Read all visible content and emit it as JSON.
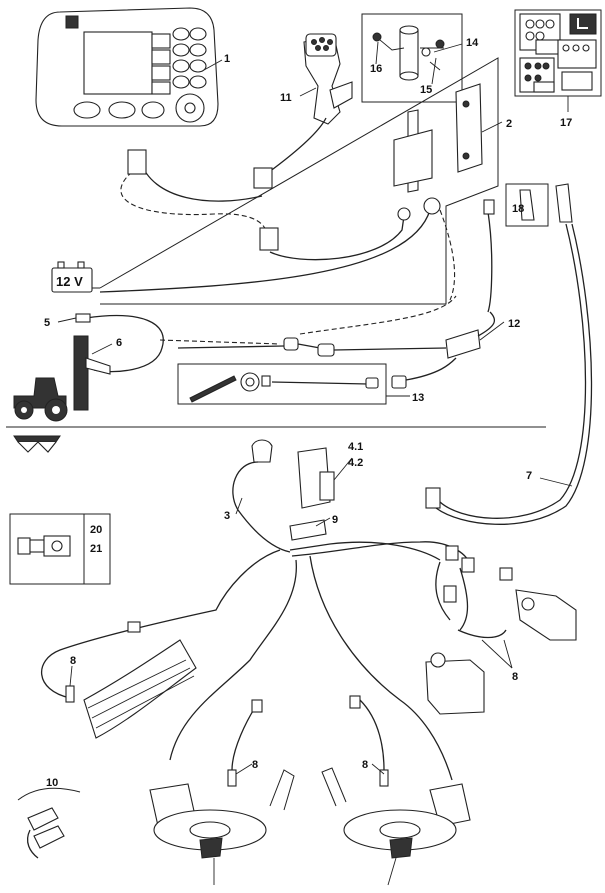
{
  "callouts": {
    "c1": "1",
    "c2": "2",
    "c3": "3",
    "c41": "4.1",
    "c42": "4.2",
    "c5": "5",
    "c6": "6",
    "c7": "7",
    "c8a": "8",
    "c8b": "8",
    "c8c": "8",
    "c8d": "8",
    "c9": "9",
    "c10": "10",
    "c11": "11",
    "c12": "12",
    "c13": "13",
    "c14": "14",
    "c15": "15",
    "c16": "16",
    "c17": "17",
    "c18": "18",
    "c20": "20",
    "c21": "21"
  },
  "battery": {
    "label": "12 V"
  },
  "colors": {
    "line": "#222222",
    "background": "#ffffff"
  }
}
